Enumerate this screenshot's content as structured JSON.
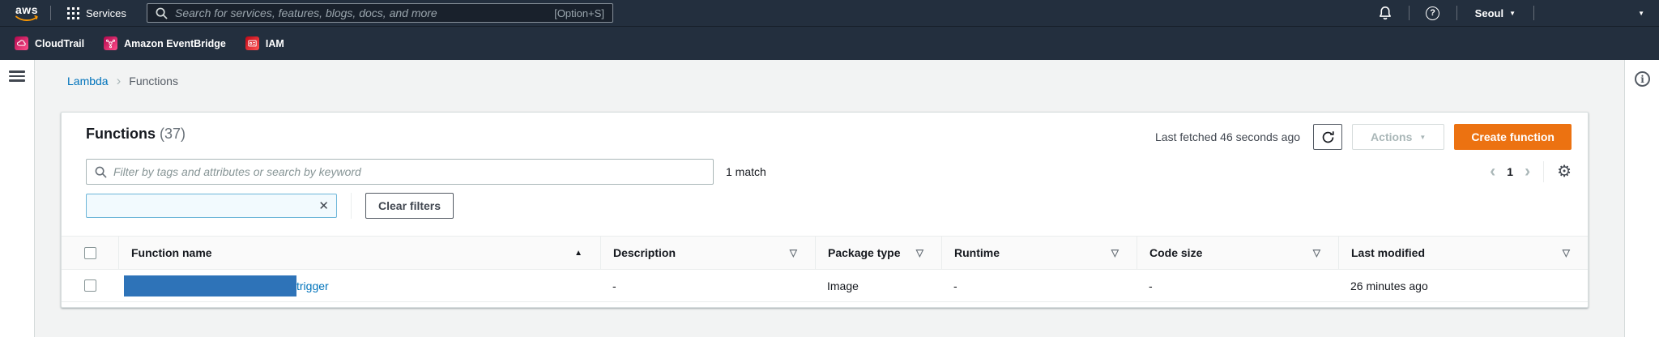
{
  "topnav": {
    "logo_label": "aws",
    "services_label": "Services",
    "search_placeholder": "Search for services, features, blogs, docs, and more",
    "search_shortcut": "[Option+S]",
    "region_label": "Seoul"
  },
  "favorites": {
    "items": [
      {
        "label": "CloudTrail"
      },
      {
        "label": "Amazon EventBridge"
      },
      {
        "label": "IAM"
      }
    ]
  },
  "breadcrumb": {
    "root": "Lambda",
    "current": "Functions"
  },
  "header": {
    "title": "Functions",
    "count": "(37)",
    "last_fetched": "Last fetched 46 seconds ago",
    "actions_label": "Actions",
    "create_label": "Create function"
  },
  "filterbar": {
    "placeholder": "Filter by tags and attributes or search by keyword",
    "match_count": "1 match",
    "page_number": "1",
    "clear_filters_label": "Clear filters"
  },
  "table": {
    "columns": [
      {
        "label": "Function name"
      },
      {
        "label": "Description"
      },
      {
        "label": "Package type"
      },
      {
        "label": "Runtime"
      },
      {
        "label": "Code size"
      },
      {
        "label": "Last modified"
      }
    ],
    "rows": [
      {
        "name_visible": "trigger",
        "description": "-",
        "package_type": "Image",
        "runtime": "-",
        "code_size": "-",
        "last_modified": "26 minutes ago"
      }
    ]
  },
  "icons": {
    "help": "?",
    "info": "i",
    "caret_down": "▼",
    "sort_ascending": "▲",
    "filter_default": "▽",
    "page_prev": "‹",
    "page_next": "›",
    "breadcrumb_separator": "›",
    "close": "✕",
    "gear": "⚙"
  },
  "colors": {
    "nav_dark": "#232f3e",
    "accent_orange": "#ec7211",
    "link_blue": "#0073bb",
    "redaction_blue": "#2e73b8",
    "page_background": "#f2f3f3"
  }
}
